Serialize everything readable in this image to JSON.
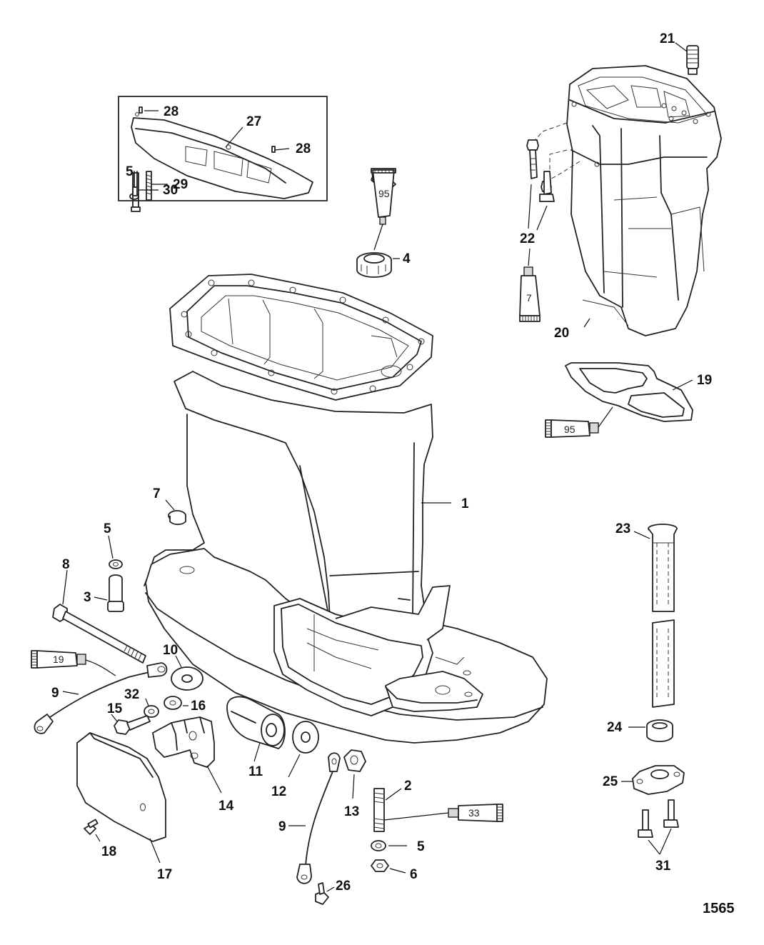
{
  "figure_number": "1565",
  "inset_callouts": [
    "28",
    "27",
    "28",
    "5",
    "29",
    "30"
  ],
  "callouts": {
    "c1": "1",
    "c2": "2",
    "c3": "3",
    "c4": "4",
    "c5a": "5",
    "c5b": "5",
    "c6": "6",
    "c7": "7",
    "c8": "8",
    "c9a": "9",
    "c9b": "9",
    "c10": "10",
    "c11": "11",
    "c12": "12",
    "c13": "13",
    "c14": "14",
    "c15": "15",
    "c16": "16",
    "c17": "17",
    "c18": "18",
    "c19": "19",
    "c20": "20",
    "c21": "21",
    "c22": "22",
    "c23": "23",
    "c24": "24",
    "c25": "25",
    "c26": "26",
    "c31": "31",
    "c32": "32"
  },
  "tube_labels": {
    "t95a": "95",
    "t95b": "95",
    "t7": "7",
    "t19": "19",
    "t33": "33"
  }
}
